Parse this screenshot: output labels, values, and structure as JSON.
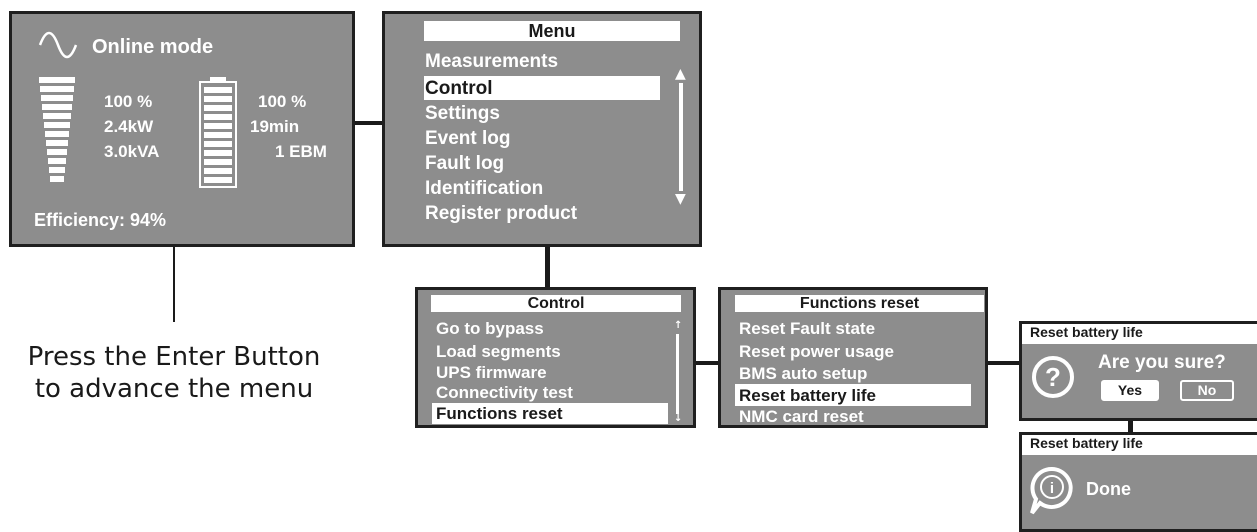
{
  "home": {
    "mode": "Online mode",
    "load_percent": "100 %",
    "load_kw": "2.4kW",
    "load_kva": "3.0kVA",
    "battery_percent": "100 %",
    "battery_runtime": "19min",
    "battery_ebm": "1 EBM",
    "efficiency": "Efficiency: 94%",
    "icons": [
      "sine-wave-icon",
      "load-bars-icon",
      "battery-icon"
    ]
  },
  "menu": {
    "title": "Menu",
    "items": [
      "Measurements",
      "Control",
      "Settings",
      "Event log",
      "Fault log",
      "Identification",
      "Register product"
    ],
    "selected": "Control",
    "scroll_up": "▲",
    "scroll_down": "▼"
  },
  "control": {
    "title": "Control",
    "items": [
      "Go to bypass",
      "Load segments",
      "UPS firmware",
      "Connectivity test",
      "Functions reset"
    ],
    "selected": "Functions reset",
    "scroll_up": "↑",
    "scroll_down": "↓"
  },
  "functions_reset": {
    "title": "Functions reset",
    "items": [
      "Reset Fault state",
      "Reset power usage",
      "BMS auto setup",
      "Reset battery life",
      "NMC card reset"
    ],
    "selected": "Reset battery life"
  },
  "confirm_dialog": {
    "title": "Reset battery life",
    "question": "Are you sure?",
    "yes_label": "Yes",
    "no_label": "No",
    "icon": "question-icon"
  },
  "done_dialog": {
    "title": "Reset battery life",
    "message": "Done",
    "icon": "info-icon"
  },
  "caption": {
    "line1": "Press the Enter Button",
    "line2": "to advance the menu"
  },
  "colors": {
    "screen": "#8d8d8d",
    "border": "#1f1f1f",
    "text": "#ffffff",
    "highlight": "#ffffff"
  }
}
